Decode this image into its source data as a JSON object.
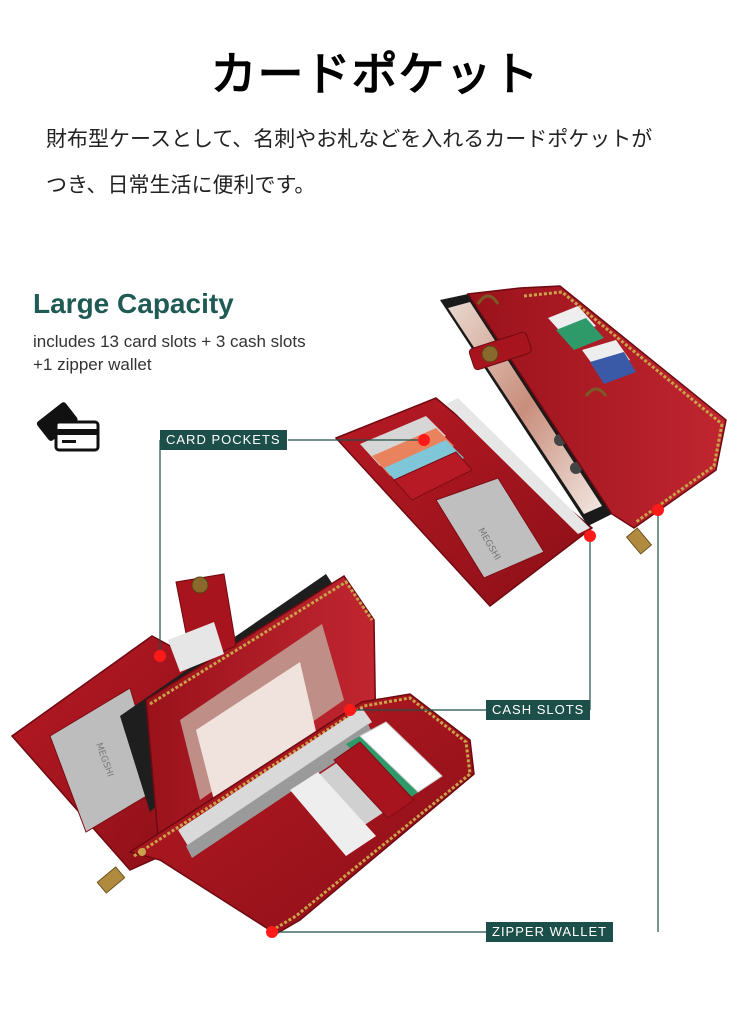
{
  "header": {
    "title": "カードポケット",
    "description_lines": [
      "財布型ケースとして、名刺やお札などを入れるカードポケットが",
      "つき、日常生活に便利です。"
    ]
  },
  "capacity": {
    "title": "Large Capacity",
    "lines": [
      "includes 13 card slots + 3 cash slots",
      "+1 zipper wallet"
    ]
  },
  "callouts": {
    "card_pockets": "CARD POCKETS",
    "cash_slots": "CASH SLOTS",
    "zipper_wallet": "ZIPPER WALLET"
  },
  "brand_mark": "MEGSHI",
  "colors": {
    "leather": "#a8141e",
    "leather_dark": "#7d0d15",
    "label_bg": "#1d4f4a",
    "accent_title": "#1f5a55",
    "dot": "#ff1a1a"
  },
  "icons": [
    "card-icon"
  ]
}
